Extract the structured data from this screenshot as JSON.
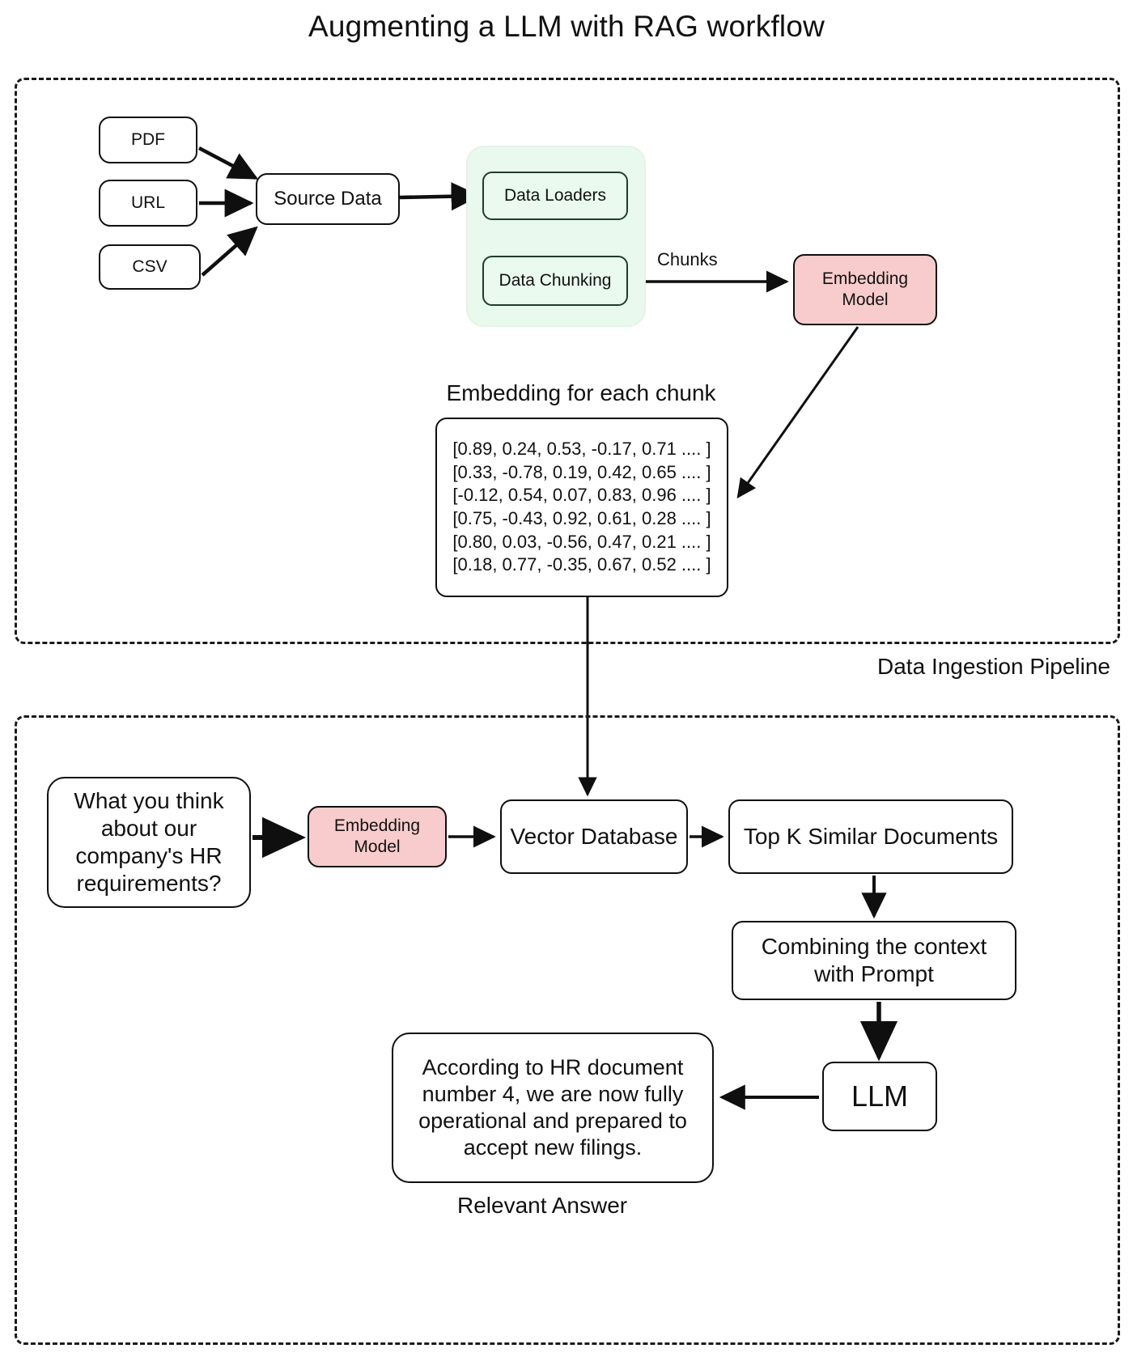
{
  "title": "Augmenting a LLM with RAG workflow",
  "frames": {
    "ingestion_label": "Data Ingestion Pipeline",
    "relevant_label": "Relevant Answer"
  },
  "ingestion": {
    "sources": [
      {
        "label": "PDF"
      },
      {
        "label": "URL"
      },
      {
        "label": "CSV"
      }
    ],
    "source_data": "Source Data",
    "data_loaders": "Data Loaders",
    "data_chunking": "Data Chunking",
    "chunks_edge_label": "Chunks",
    "embedding_model": "Embedding\nModel",
    "embedding_model_line1": "Embedding",
    "embedding_model_line2": "Model",
    "embeddings_caption": "Embedding for each chunk",
    "embeddings": [
      "[0.89, 0.24, 0.53, -0.17, 0.71 .... ]",
      "[0.33, -0.78, 0.19, 0.42, 0.65 .... ]",
      "[-0.12, 0.54, 0.07, 0.83, 0.96 .... ]",
      "[0.75, -0.43, 0.92, 0.61, 0.28 .... ]",
      "[0.80, 0.03, -0.56, 0.47, 0.21 .... ]",
      "[0.18, 0.77, -0.35, 0.67, 0.52 .... ]"
    ]
  },
  "retrieval": {
    "question": "What you think about our company's HR requirements?",
    "embedding_model_line1": "Embedding",
    "embedding_model_line2": "Model",
    "vector_database": "Vector Database",
    "top_k": "Top K Similar Documents",
    "combining": "Combining the context with Prompt",
    "llm": "LLM",
    "answer": "According to HR document number 4, we are now fully operational and prepared to accept new filings."
  },
  "colors": {
    "pink_fill": "#f8cccc",
    "green_group_fill": "#e9f9ee",
    "green_node_fill": "#eafaef",
    "green_node_border": "#1f3d2b",
    "stroke": "#0f0f0f",
    "background": "#ffffff"
  }
}
